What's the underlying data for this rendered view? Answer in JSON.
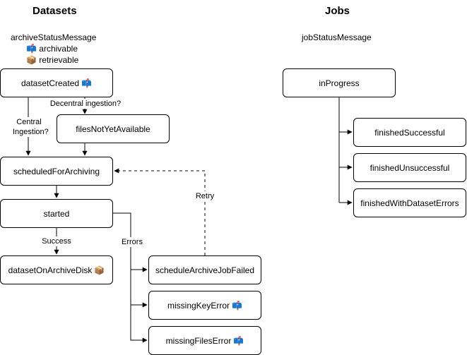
{
  "datasets": {
    "heading": "Datasets",
    "legend": {
      "title": "archiveStatusMessage",
      "items": [
        {
          "icon": "📫",
          "icon_name": "mailbox-icon",
          "label": "archivable"
        },
        {
          "icon": "📦",
          "icon_name": "package-icon",
          "label": "retrievable"
        }
      ]
    },
    "nodes": {
      "datasetCreated": {
        "label": "datasetCreated",
        "icon": "📫"
      },
      "filesNotYetAvailable": {
        "label": "filesNotYetAvailable",
        "icon": ""
      },
      "scheduledForArchiving": {
        "label": "scheduledForArchiving",
        "icon": ""
      },
      "started": {
        "label": "started",
        "icon": ""
      },
      "datasetOnArchiveDisk": {
        "label": "datasetOnArchiveDisk",
        "icon": "📦"
      },
      "scheduleArchiveJobFailed": {
        "label": "scheduleArchiveJobFailed",
        "icon": ""
      },
      "missingKeyError": {
        "label": "missingKeyError",
        "icon": "📫"
      },
      "missingFilesError": {
        "label": "missingFilesError",
        "icon": "📫"
      }
    },
    "edge_labels": {
      "central_ingestion": "Central\nIngestion?",
      "decentral_ingestion": "Decentral ingestion?",
      "success": "Success",
      "errors": "Errors",
      "retry": "Retry"
    }
  },
  "jobs": {
    "heading": "Jobs",
    "legend_title": "jobStatusMessage",
    "nodes": {
      "inProgress": {
        "label": "inProgress"
      },
      "finishedSuccessful": {
        "label": "finishedSuccessful"
      },
      "finishedUnsuccessful": {
        "label": "finishedUnsuccessful"
      },
      "finishedWithDatasetErrors": {
        "label": "finishedWithDatasetErrors"
      }
    }
  }
}
